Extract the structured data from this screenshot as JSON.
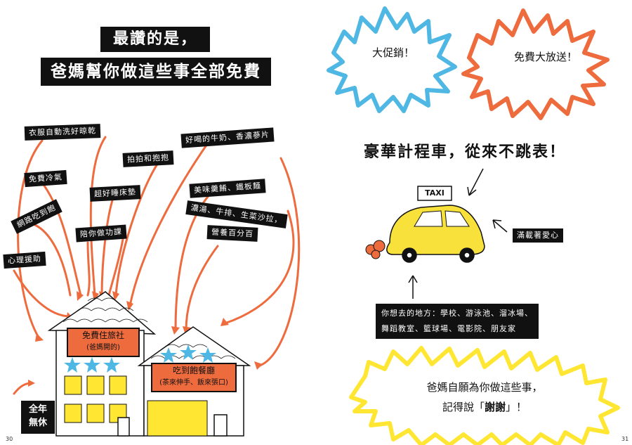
{
  "left_page": {
    "title_line1": "最讚的是，",
    "title_line2": "爸媽幫你做這些事全部免費",
    "labels": {
      "clothes": "衣服自動洗好晾乾",
      "aircon": "免費冷氣",
      "wifi": "網路吃到飽",
      "therapy": "心理援助",
      "mattress": "超好睡床墊",
      "pat_hug": "拍拍和抱抱",
      "homework": "陪你做功課",
      "drinks": "好喝的牛奶、香濃蔘片",
      "cuisine": "美味羹餚、鐵板麵",
      "dinner": "濃湯、牛排、生菜沙拉，",
      "dinner2": "營養百分百"
    },
    "hostel_name": "免費住旅社",
    "hostel_sub": "(爸媽開的)",
    "restaurant_name": "吃到飽餐廳",
    "restaurant_sub": "(茶來伸手、飯來張口)",
    "open_line1": "全年",
    "open_line2": "無休",
    "page_number": "30"
  },
  "right_page": {
    "bubble_blue": "大促銷！",
    "bubble_orange": "免費大放送！",
    "headline": "豪華計程車，從來不跳表！",
    "taxi_sign": "TAXI",
    "love_label": "滿載著愛心",
    "destinations_line1": "你想去的地方：學校、游泳池、溜冰場、",
    "destinations_line2": "舞蹈教室、籃球場、電影院、朋友家",
    "closing_line1": "爸媽自願為你做這些事，",
    "closing_line2_pre": "記得說「",
    "closing_line2_bold": "謝謝",
    "closing_line2_post": "」！",
    "page_number": "31"
  },
  "colors": {
    "orange": "#ee6b3e",
    "sky_blue": "#4fb7e3",
    "yellow": "#ffe633",
    "taxi_yellow": "#f7e13a",
    "ink": "#111111"
  }
}
